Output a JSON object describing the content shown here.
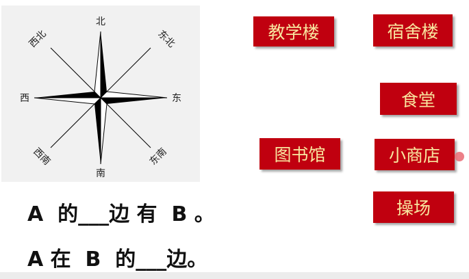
{
  "compass": {
    "north": "北",
    "south": "南",
    "east": "东",
    "west": "西",
    "northeast": "东北",
    "northwest": "西北",
    "southeast": "东南",
    "southwest": "西南"
  },
  "places": {
    "teaching_building": "教学楼",
    "dormitory": "宿舍楼",
    "canteen": "食堂",
    "library": "图书馆",
    "small_shop": "小商店",
    "playground": "操场"
  },
  "sentences": {
    "line1": "A  的___边 有  B 。",
    "line2": "A 在  B  的___边。"
  },
  "colors": {
    "label_bg": "#c0000f",
    "label_text": "#f8e7a0"
  }
}
